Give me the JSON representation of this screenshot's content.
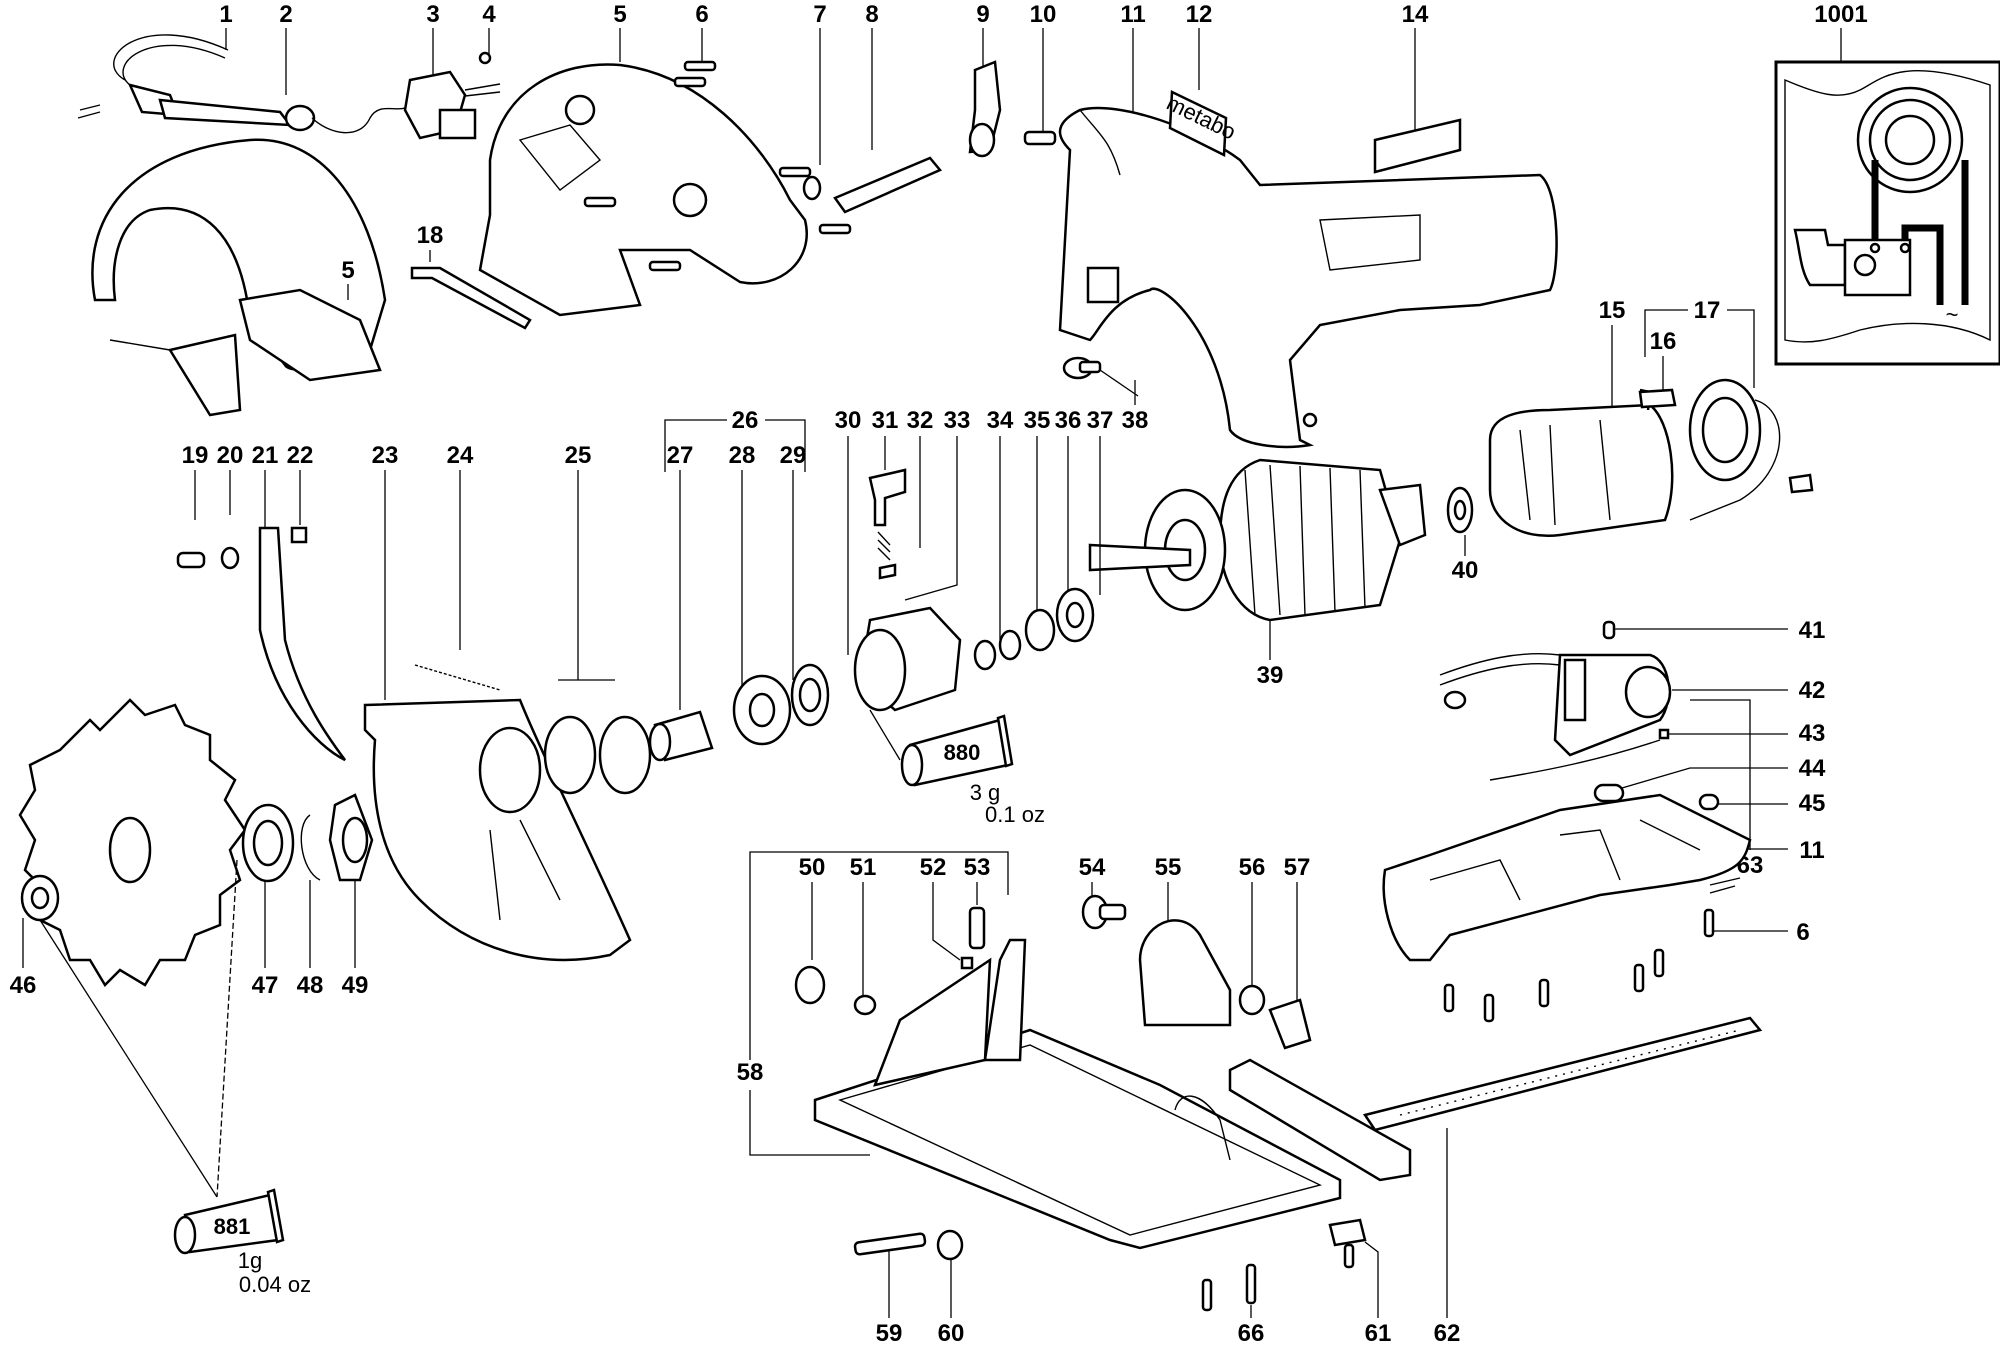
{
  "diagram": {
    "title": "Circular saw exploded parts view",
    "brand_plate_text": "metabo",
    "part_labels": {
      "p1": "1",
      "p2": "2",
      "p3": "3",
      "p4": "4",
      "p5a": "5",
      "p5b": "5",
      "p6a": "6",
      "p6b": "6",
      "p7": "7",
      "p8": "8",
      "p9": "9",
      "p10": "10",
      "p11a": "11",
      "p11b": "11",
      "p12": "12",
      "p14": "14",
      "p15": "15",
      "p16": "16",
      "p17": "17",
      "p18": "18",
      "p19": "19",
      "p20": "20",
      "p21": "21",
      "p22": "22",
      "p23": "23",
      "p24": "24",
      "p25": "25",
      "p26": "26",
      "p27": "27",
      "p28": "28",
      "p29": "29",
      "p30": "30",
      "p31": "31",
      "p32": "32",
      "p33": "33",
      "p34": "34",
      "p35": "35",
      "p36": "36",
      "p37": "37",
      "p38": "38",
      "p39": "39",
      "p40": "40",
      "p41": "41",
      "p42": "42",
      "p43": "43",
      "p44": "44",
      "p45": "45",
      "p46": "46",
      "p47": "47",
      "p48": "48",
      "p49": "49",
      "p50": "50",
      "p51": "51",
      "p52": "52",
      "p53": "53",
      "p54": "54",
      "p55": "55",
      "p56": "56",
      "p57": "57",
      "p58": "58",
      "p59": "59",
      "p60": "60",
      "p61": "61",
      "p62": "62",
      "p63": "63",
      "p66": "66",
      "p1001": "1001"
    },
    "grease_tubes": [
      {
        "code": "880",
        "amount_g": "3 g",
        "amount_oz": "0.1 oz"
      },
      {
        "code": "881",
        "amount_g": "1g",
        "amount_oz": "0.04 oz"
      }
    ],
    "wiring_inset": {
      "label": "1001",
      "ac_symbol": "~"
    }
  }
}
